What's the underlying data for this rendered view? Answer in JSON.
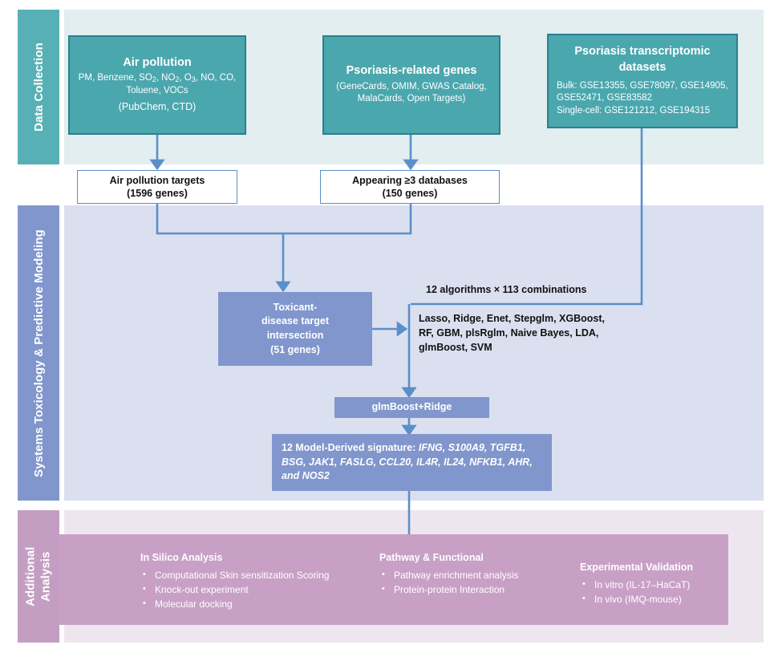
{
  "bands": {
    "data_collection": {
      "label": "Data Collection"
    },
    "systems": {
      "label": "Systems Toxicology & Predictive Modeling"
    },
    "additional": {
      "label": "Additional\nAnalysis"
    }
  },
  "colors": {
    "teal_band": "#e2eeef",
    "teal_tab": "#57b0b5",
    "teal_box": "#4ba7ae",
    "teal_box_border": "#2b7f91",
    "systems_band": "#dbe0f0",
    "systems_tab": "#8096cc",
    "peri_box": "#8096cc",
    "additional_band": "#eee6ee",
    "additional_tab": "#c49ec2",
    "mauve_panel": "#c8a0c6",
    "arrow": "#5b8fc9",
    "white_box_border": "#5b8fc9"
  },
  "data_collection": {
    "air_pollution": {
      "title": "Air pollution",
      "line1": "PM, Benzene, SO2, NO2, O3, NO, CO,",
      "line2": "Toluene, VOCs",
      "line3": "(PubChem, CTD)"
    },
    "psoriasis_genes": {
      "title": "Psoriasis-related genes",
      "line1": "(GeneCards, OMIM, GWAS Catalog,",
      "line2": "MalaCards, Open Targets)"
    },
    "transcriptomic": {
      "title_line1": "Psoriasis transcriptomic",
      "title_line2": "datasets",
      "bulk": "Bulk: GSE13355, GSE78097, GSE14905, GSE52471, GSE83582",
      "single_cell": "Single-cell: GSE121212, GSE194315"
    }
  },
  "systems": {
    "air_pollution_targets": {
      "line1": "Air pollution targets",
      "line2": "(1596 genes)"
    },
    "appearing_databases": {
      "line1": "Appearing ≥3 databases",
      "line2": "(150 genes)"
    },
    "intersection": {
      "line1": "Toxicant-",
      "line2": "disease target",
      "line3": "intersection",
      "line4": "(51 genes)"
    },
    "combinations_label": "12 algorithms  ×  113 combinations",
    "algorithms": {
      "line1": "Lasso, Ridge, Enet, Stepglm, XGBoost,",
      "line2": "RF, GBM, plsRglm, Naive Bayes, LDA,",
      "line3": "glmBoost, SVM"
    },
    "best_model": "glmBoost+Ridge",
    "signature": {
      "prefix": "12 Model-Derived signature: ",
      "genes": "IFNG, S100A9, TGFB1, BSG, JAK1, FASLG, CCL20, IL4R, IL24, NFKB1, AHR, and NOS2"
    }
  },
  "additional_analysis": {
    "columns": [
      {
        "heading": "In Silico Analysis",
        "items": [
          "Computational Skin sensitization Scoring",
          "Knock-out experiment",
          "Molecular docking"
        ]
      },
      {
        "heading": "Pathway & Functional",
        "items": [
          "Pathway enrichment analysis",
          "Protein-protein Interaction"
        ]
      },
      {
        "heading": "Experimental Validation",
        "items": [
          "In vitro (IL-17–HaCaT)",
          "In vivo (IMQ-mouse)"
        ]
      }
    ]
  }
}
